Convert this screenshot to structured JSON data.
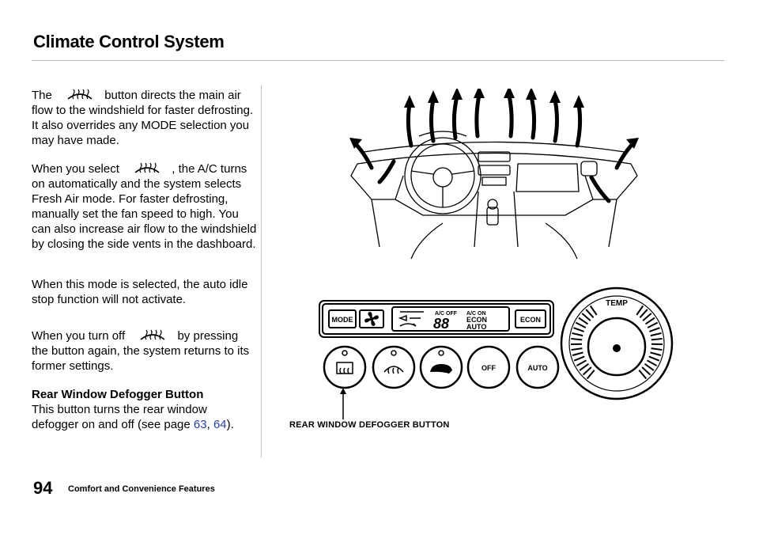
{
  "header": {
    "title": "Climate Control System"
  },
  "body": {
    "p1_before": "The",
    "p1_after": "button directs the main air flow to the windshield for faster defrosting. It also overrides any MODE selection you may have made.",
    "p2_before": "When you select",
    "p2_after": ", the A/C turns on automatically and the system selects Fresh Air mode. For faster defrosting, manually set the fan speed to high. You can also increase air flow to the windshield by closing the side vents in the dashboard.",
    "p3": "When this mode is selected, the auto idle stop function will not activate.",
    "p4_before": "When you turn off",
    "p4_after": "by pressing the button again, the system returns to its former settings.",
    "rear_defogger": {
      "heading": "Rear Window Defogger Button",
      "text": "This button turns the rear window defogger on and off (see page",
      "link1": "63",
      "sep": ",",
      "link2": "64",
      "end": ")."
    }
  },
  "figure": {
    "caption": "REAR WINDOW DEFOGGER BUTTON",
    "panel": {
      "mode_label": "MODE",
      "display_ac_off": "A/C OFF",
      "display_ac_on": "A/C ON",
      "display_digits": "88",
      "display_econ": "ECON",
      "display_auto": "AUTO",
      "econ_label": "ECON",
      "off_label": "OFF",
      "auto_label": "AUTO",
      "temp_label": "TEMP"
    }
  },
  "footer": {
    "page_number": "94",
    "section": "Comfort and Convenience Features"
  },
  "icons": [
    "windshield-defrost-icon",
    "rear-defrost-icon",
    "fan-icon",
    "recirculation-icon"
  ]
}
